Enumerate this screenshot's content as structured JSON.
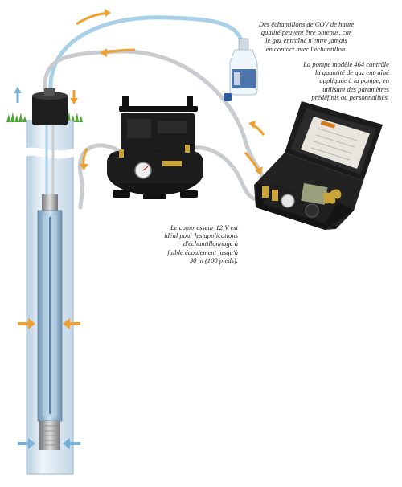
{
  "captions": {
    "cov_samples": [
      "Des échantillons de COV de haute",
      "qualité peuvent être obtenus, car",
      "le gaz entraîné n'entre jamais",
      "en contact avec l'échantillon."
    ],
    "pump_464": [
      "La pompe modèle 464 contrôle",
      "la quantité de gaz entraîné",
      "appliquée à la pompe, en",
      "utilisant des paramètres",
      "prédéfinis ou personnalisés."
    ],
    "compressor_12v": [
      "Le compresseur 12 V est",
      "idéal pour les applications",
      "d'échantillonnage à",
      "faible écoulement jusqu'à",
      "30 m (100 pieds)."
    ]
  },
  "colors": {
    "flow_arrow": "#f0a030",
    "vent_arrow": "#7ab0d8",
    "tube_blue": "#a8d0e8",
    "tube_gray": "#c8ccd0",
    "well_casing": "#d8e6f0",
    "compressor_body": "#1c1c1c",
    "case_body": "#222222",
    "grass": "#4aa830"
  },
  "icons": [
    "arrow-icon",
    "pressure-gauge-icon",
    "grass-icon",
    "cap-icon"
  ]
}
